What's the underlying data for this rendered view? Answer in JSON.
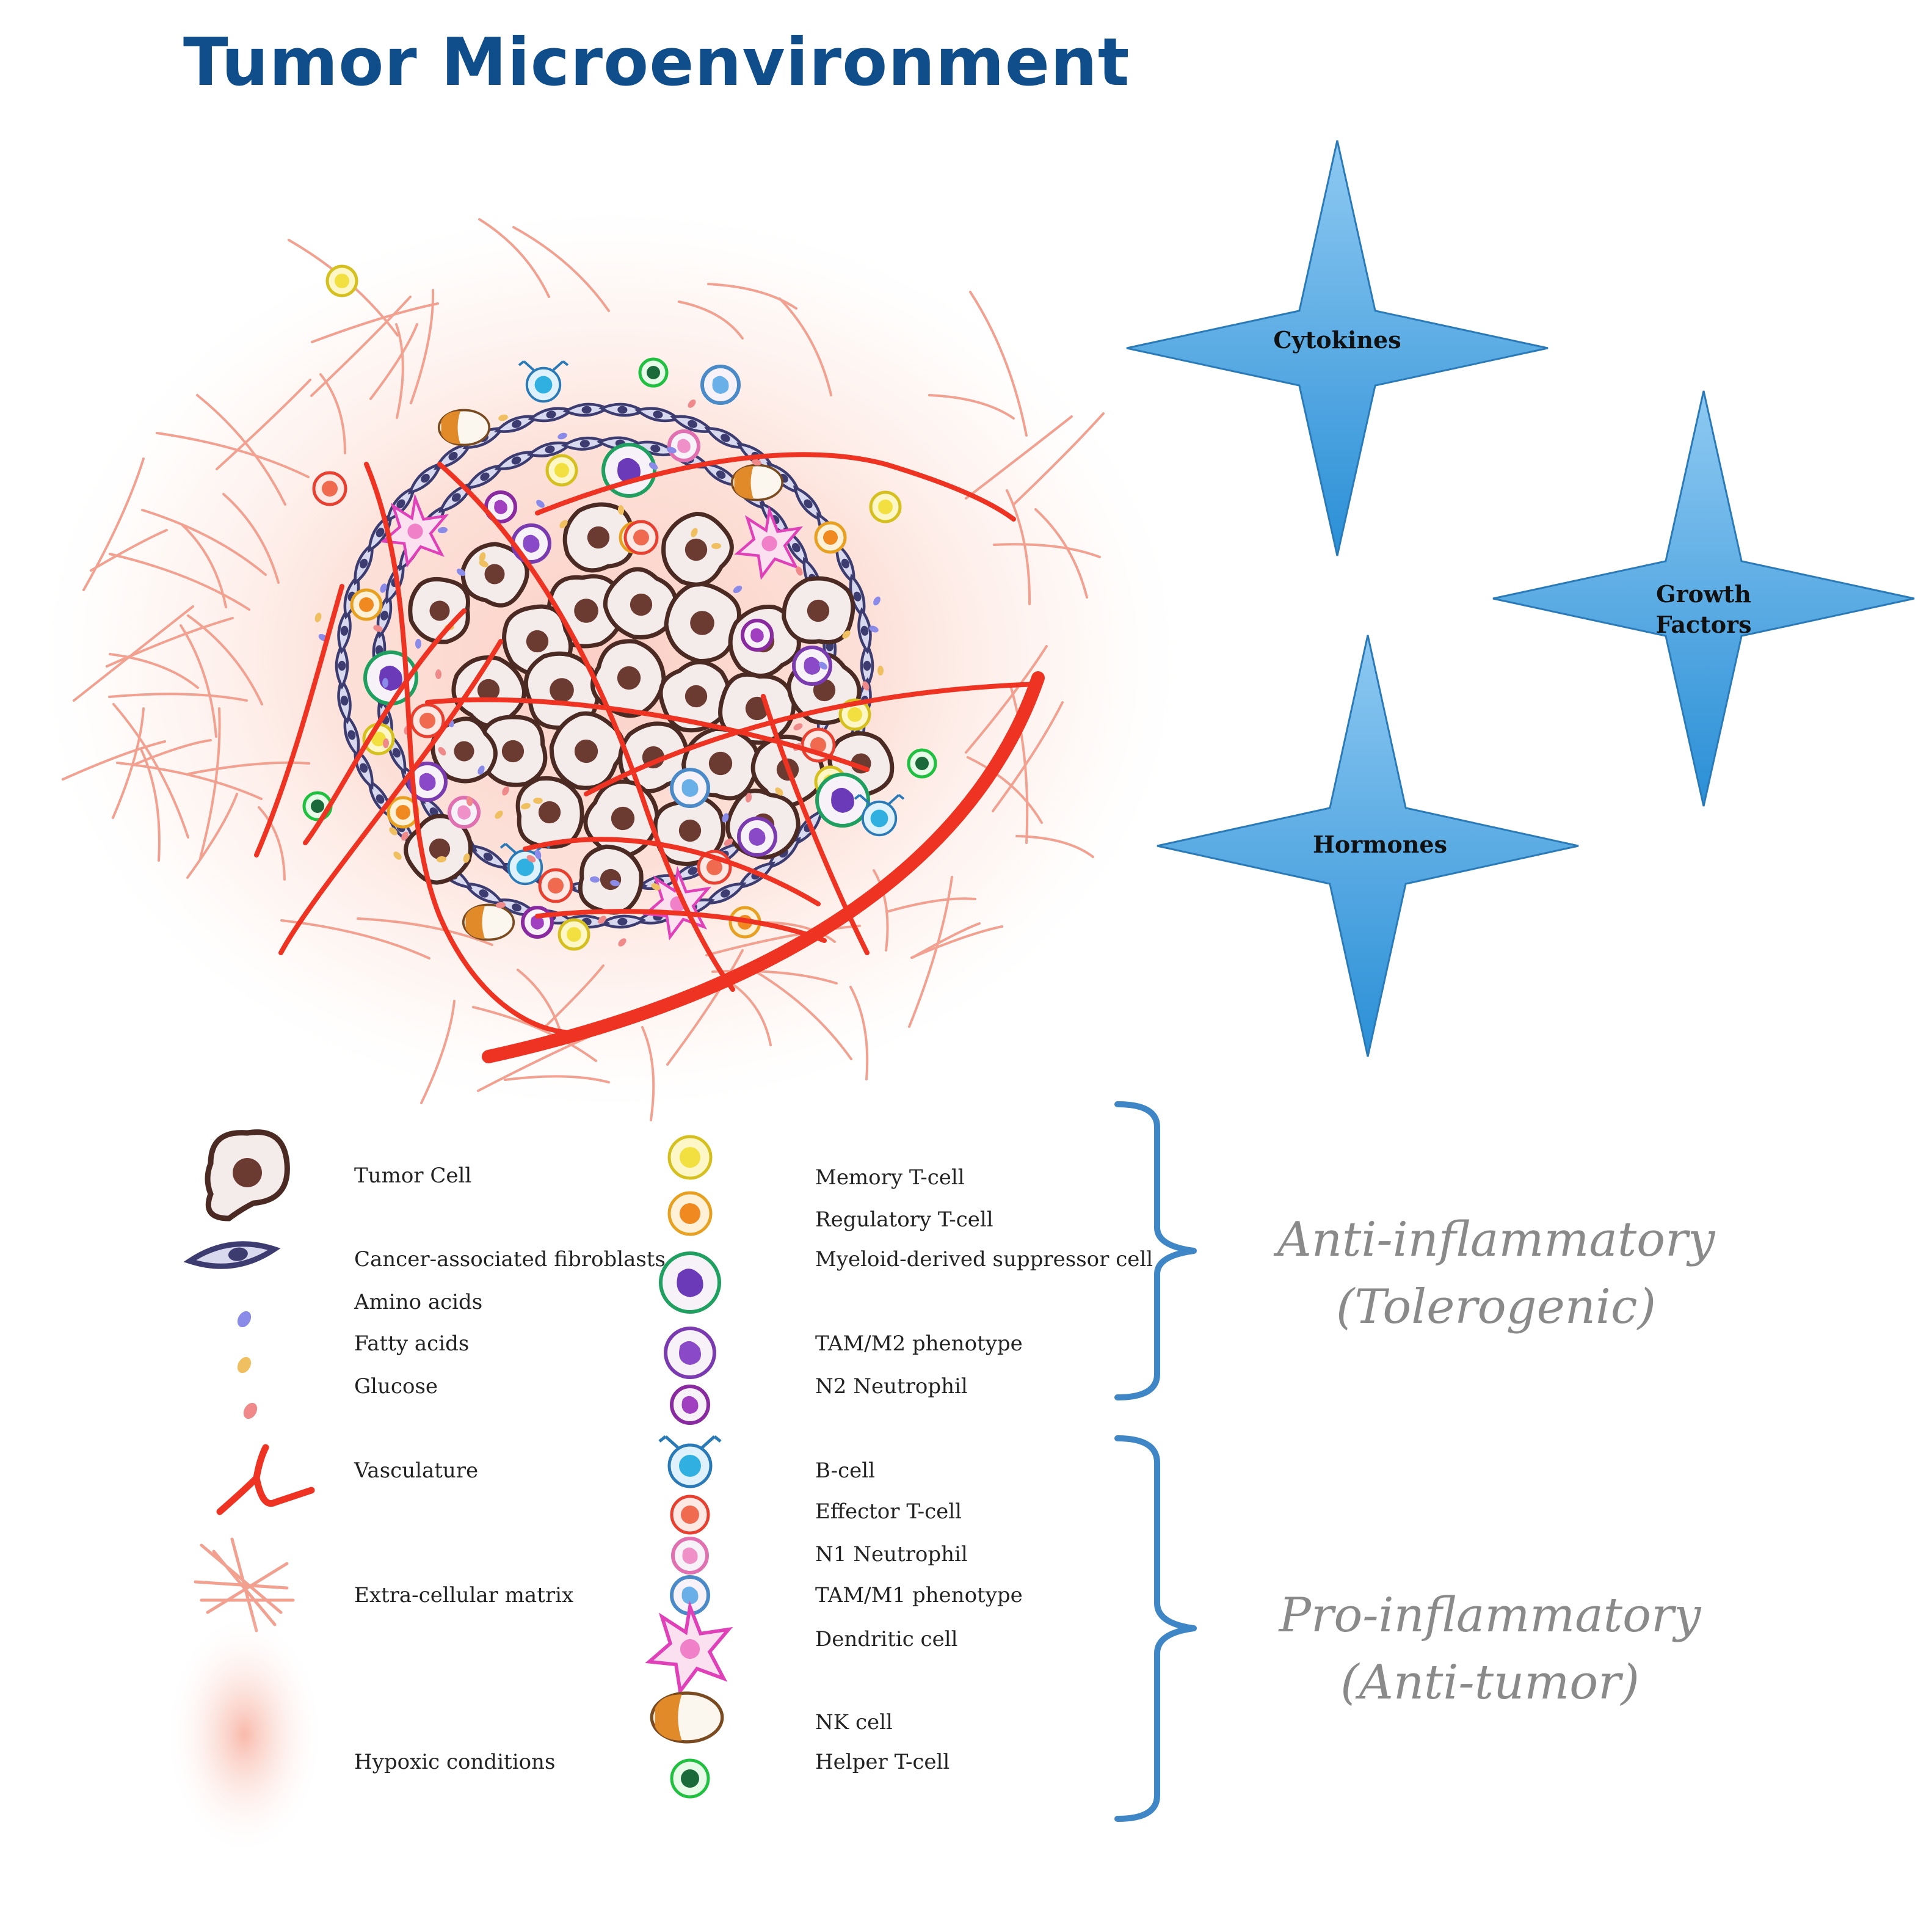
{
  "title": "Tumor Microenvironment",
  "factors": [
    {
      "lines": [
        "Cytokines"
      ]
    },
    {
      "lines": [
        "Growth",
        "Factors"
      ]
    },
    {
      "lines": [
        "Hormones"
      ]
    }
  ],
  "legend_left": [
    {
      "label": "Tumor Cell",
      "icon": "tumor-cell-icon"
    },
    {
      "label": "Cancer-associated fibroblasts",
      "icon": "fibroblast-icon"
    },
    {
      "label": "Amino acids",
      "icon": "amino-acid-dot-icon"
    },
    {
      "label": "Fatty acids",
      "icon": "fatty-acid-dot-icon"
    },
    {
      "label": "Glucose",
      "icon": "glucose-dot-icon"
    },
    {
      "label": "Vasculature",
      "icon": "vessel-icon"
    },
    {
      "label": "Extra-cellular matrix",
      "icon": "ecm-fibers-icon"
    },
    {
      "label": "Hypoxic conditions",
      "icon": "hypoxia-haze-icon"
    }
  ],
  "legend_right": [
    {
      "label": "Memory T-cell",
      "icon": "memory-t-cell-icon"
    },
    {
      "label": "Regulatory T-cell",
      "icon": "regulatory-t-cell-icon"
    },
    {
      "label": "Myeloid-derived suppressor cell",
      "icon": "mdsc-icon"
    },
    {
      "label": "TAM/M2 phenotype",
      "icon": "tam-m2-icon"
    },
    {
      "label": "N2 Neutrophil",
      "icon": "n2-neutrophil-icon"
    },
    {
      "label": "B-cell",
      "icon": "b-cell-icon"
    },
    {
      "label": "Effector T-cell",
      "icon": "effector-t-cell-icon"
    },
    {
      "label": "N1 Neutrophil",
      "icon": "n1-neutrophil-icon"
    },
    {
      "label": "TAM/M1 phenotype",
      "icon": "tam-m1-icon"
    },
    {
      "label": "Dendritic cell",
      "icon": "dendritic-cell-icon"
    },
    {
      "label": "NK cell",
      "icon": "nk-cell-icon"
    },
    {
      "label": "Helper T-cell",
      "icon": "helper-t-cell-icon"
    }
  ],
  "groups": {
    "anti": {
      "line1": "Anti-inflammatory",
      "line2": "(Tolerogenic)"
    },
    "pro": {
      "line1": "Pro-inflammatory",
      "line2": "(Anti-tumor)"
    }
  },
  "colors": {
    "title": "#104e8b",
    "star": "#3a98d8",
    "bracket": "#3f86c6",
    "vessel": "#ee3322",
    "ecm": "#f2a090",
    "tumor_outline": "#4a2a22",
    "tumor_nucleus": "#6b3a30",
    "fibroblast": "#3c3c70",
    "group_text": "#8a8a8a"
  }
}
